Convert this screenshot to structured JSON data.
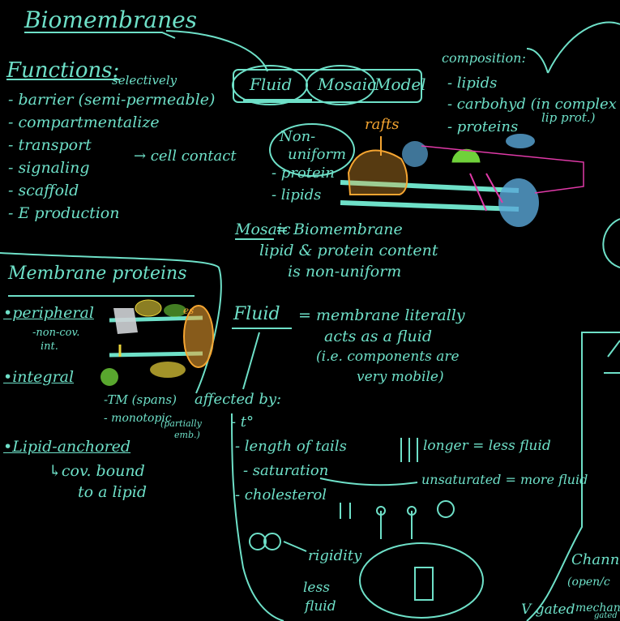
{
  "title": "Biomembranes",
  "palette": {
    "teal": "#6ee0c8",
    "orange": "#f5a531",
    "yellow": "#e8d23a",
    "green": "#6fd13a",
    "blue": "#5aa7d8",
    "pink": "#e03aa8",
    "gray": "#cfd3d6"
  },
  "functions": {
    "heading": "Functions:",
    "note": "selectively",
    "items": [
      "- barrier (semi-permeable)",
      "- compartmentalize",
      "- transport",
      "- signaling",
      "- scaffold",
      "- E production"
    ],
    "arrow_note": "→ cell contact"
  },
  "model": {
    "fluid": "Fluid",
    "mosaic": "Mosaic",
    "model": "Model"
  },
  "composition": {
    "heading": "composition:",
    "items": [
      "- lipids",
      "- carbohyd (in complex",
      "lip prot.)",
      "- proteins"
    ]
  },
  "nonuniform": {
    "label1": "Non-",
    "label2": "uniform",
    "items": [
      "- protein",
      "- lipids"
    ],
    "rafts": "rafts"
  },
  "mosaic_def": {
    "term": "Mosaic",
    "eq": "= Biomembrane",
    "line2": "lipid & protein content",
    "line3": "is non-uniform"
  },
  "membrane_proteins": {
    "heading": "Membrane proteins",
    "peripheral": "•peripheral",
    "peripheral_note": [
      "-non-cov.",
      "int."
    ],
    "integral": "•integral",
    "integral_sub": [
      "-TM (spans)",
      "- monotopic",
      "(partially",
      "emb.)"
    ],
    "lipid_anchored": "•Lipid-anchored",
    "lipid_anchored_note": [
      "↳cov. bound",
      "to a lipid"
    ],
    "es": "es"
  },
  "fluid_def": {
    "term": "Fluid",
    "eq": "= membrane literally",
    "line2": "acts as a fluid",
    "line3": "(i.e. components are",
    "line4": "very mobile)"
  },
  "affected": {
    "heading": "affected by:",
    "items": [
      "- t°",
      "- length of tails",
      "- saturation",
      "- cholesterol"
    ],
    "longer": "longer = less fluid",
    "unsat": "unsaturated = more fluid",
    "rigidity": "rigidity",
    "less_fluid": [
      "less",
      "fluid"
    ]
  },
  "right_edge": {
    "channels": "Channe",
    "open_close": "(open/c",
    "v_gated": "V gated",
    "mech": "mechan",
    "gated": "gated"
  }
}
